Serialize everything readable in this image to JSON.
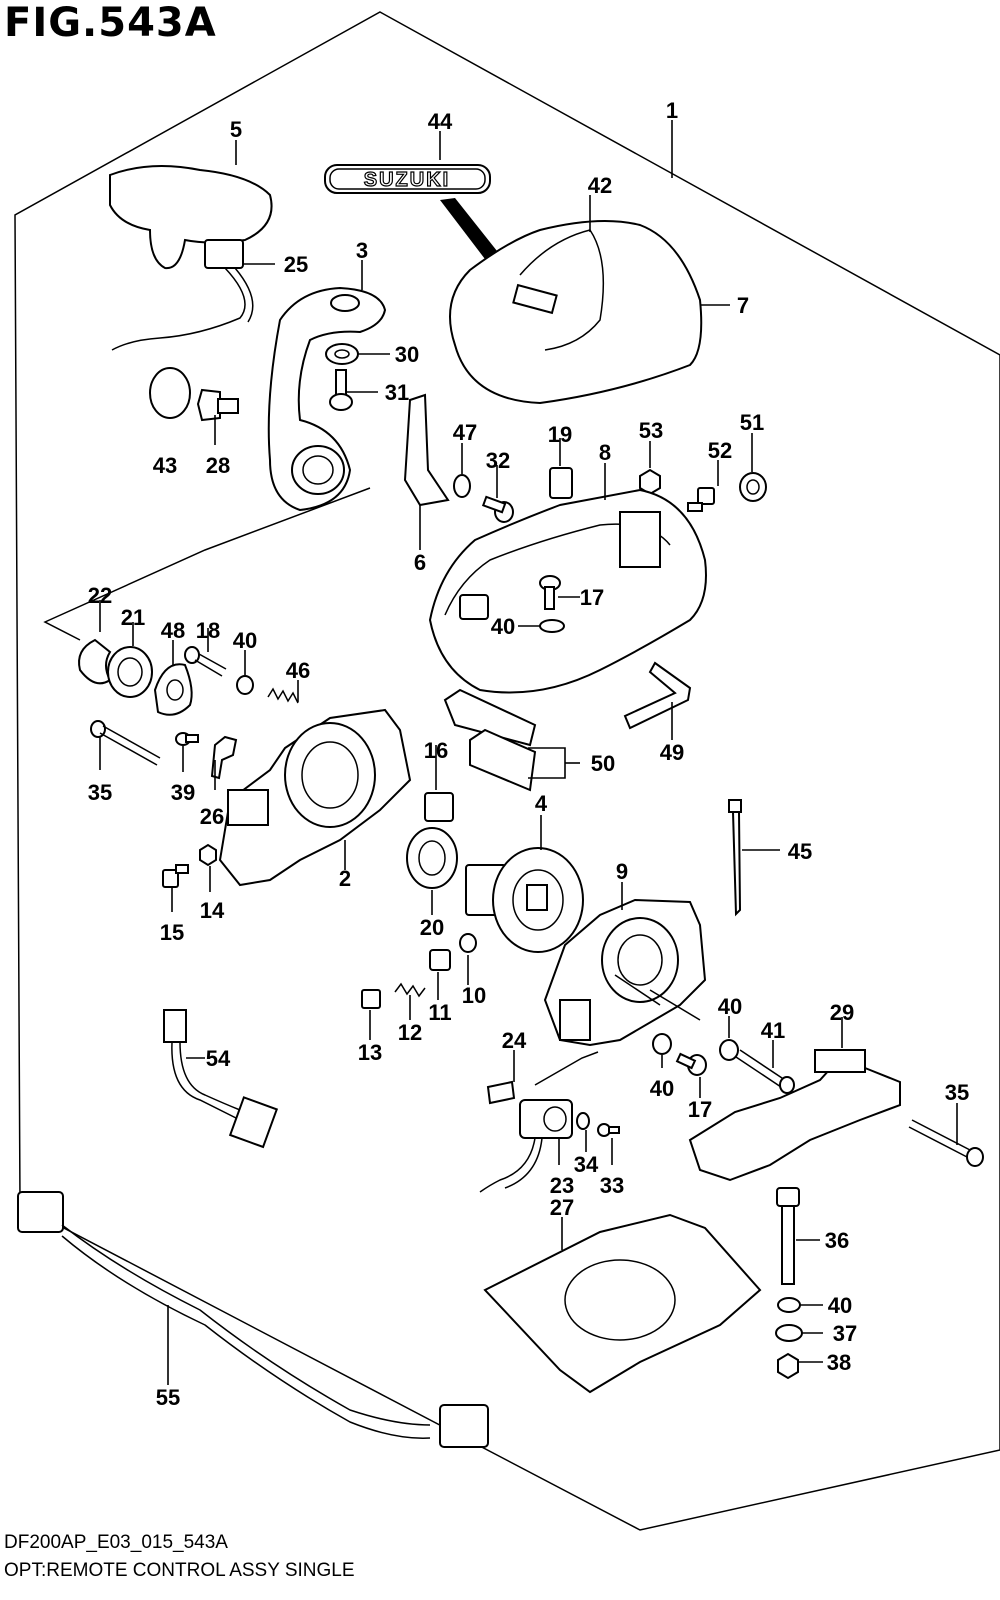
{
  "figure_title": "FIG.543A",
  "footer": {
    "drawing_code": "DF200AP_E03_015_543A",
    "caption": "OPT:REMOTE CONTROL ASSY SINGLE"
  },
  "badge_text": "SUZUKI",
  "part_labels": [
    "1",
    "2",
    "3",
    "4",
    "5",
    "6",
    "7",
    "8",
    "9",
    "10",
    "11",
    "12",
    "13",
    "14",
    "15",
    "16",
    "17",
    "18",
    "19",
    "20",
    "21",
    "22",
    "23",
    "24",
    "25",
    "26",
    "27",
    "28",
    "29",
    "30",
    "31",
    "32",
    "33",
    "34",
    "35",
    "36",
    "37",
    "38",
    "39",
    "40",
    "41",
    "42",
    "43",
    "44",
    "45",
    "46",
    "47",
    "48",
    "49",
    "50",
    "51",
    "52",
    "53",
    "54",
    "55"
  ],
  "callouts": {
    "l1": "1",
    "l2": "2",
    "l3": "3",
    "l4": "4",
    "l5": "5",
    "l6": "6",
    "l7": "7",
    "l8": "8",
    "l9": "9",
    "l10": "10",
    "l11": "11",
    "l12": "12",
    "l13": "13",
    "l14": "14",
    "l15": "15",
    "l16": "16",
    "l17a": "17",
    "l17b": "17",
    "l18": "18",
    "l19": "19",
    "l20": "20",
    "l21": "21",
    "l22": "22",
    "l23": "23",
    "l24": "24",
    "l25": "25",
    "l26": "26",
    "l27": "27",
    "l28": "28",
    "l29": "29",
    "l30": "30",
    "l31": "31",
    "l32": "32",
    "l33": "33",
    "l34": "34",
    "l35a": "35",
    "l35b": "35",
    "l36": "36",
    "l37": "37",
    "l38": "38",
    "l39": "39",
    "l40a": "40",
    "l40b": "40",
    "l40c": "40",
    "l40d": "40",
    "l40e": "40",
    "l41": "41",
    "l42": "42",
    "l43": "43",
    "l44": "44",
    "l45": "45",
    "l46": "46",
    "l47": "47",
    "l48": "48",
    "l49": "49",
    "l50": "50",
    "l51": "51",
    "l52": "52",
    "l53": "53",
    "l54": "54",
    "l55": "55"
  }
}
